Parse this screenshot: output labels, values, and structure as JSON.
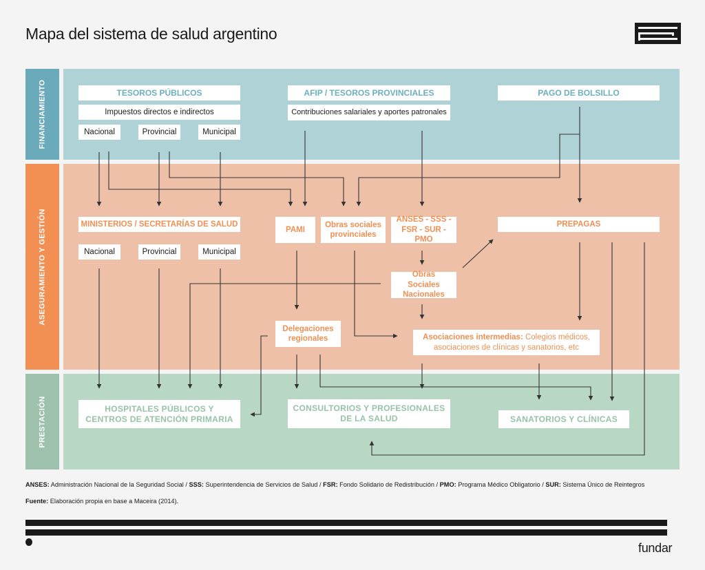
{
  "title": "Mapa del sistema de salud argentino",
  "brand": "fundar",
  "logo_icon": "fundar-logo-icon",
  "colors": {
    "financiamiento_label": "#6aaabb",
    "financiamiento_band": "#aed2d6",
    "aseguramiento_label": "#f28f52",
    "aseguramiento_band": "#efc0a8",
    "prestacion_label": "#9dc1ac",
    "prestacion_band": "#b9d7c5",
    "arrow": "#333333"
  },
  "bands": {
    "financiamiento": "FINANCIAMIENTO",
    "aseguramiento": "ASEGURAMIENTO Y GESTIÓN",
    "prestacion": "PRESTACIÓN"
  },
  "financiamiento": {
    "tesoros": {
      "title": "TESOROS PÚBLICOS",
      "subtitle": "Impuestos directos e indirectos",
      "levels": [
        "Nacional",
        "Provincial",
        "Municipal"
      ]
    },
    "afip": {
      "title": "AFIP / TESOROS PROVINCIALES",
      "subtitle": "Contribuciones salariales y aportes patronales"
    },
    "bolsillo": {
      "title": "PAGO DE BOLSILLO"
    }
  },
  "aseguramiento": {
    "ministerios": {
      "title": "MINISTERIOS / SECRETARÍAS DE SALUD",
      "levels": [
        "Nacional",
        "Provincial",
        "Municipal"
      ]
    },
    "pami": "PAMI",
    "obras_provinciales": "Obras sociales provinciales",
    "anses": "ANSES - SSS - FSR - SUR - PMO",
    "prepagas": "PREPAGAS",
    "obras_nacionales": "Obras Sociales Nacionales",
    "delegaciones": "Delegaciones regionales",
    "asociaciones": {
      "bold": "Asociaciones intermedias:",
      "rest_line1": " Colegios médicos,",
      "line2": "asociaciones de clínicas y sanatorios, etc"
    }
  },
  "prestacion": {
    "hospitales_line1": "HOSPITALES PÚBLICOS Y",
    "hospitales_line2": "CENTROS DE ATENCIÓN PRIMARIA",
    "consultorios_line1": "CONSULTORIOS Y PROFESIONALES",
    "consultorios_line2": "DE LA SALUD",
    "sanatorios": "SANATORIOS Y CLÍNICAS"
  },
  "notes": {
    "abbreviations": [
      {
        "abbr": "ANSES:",
        "meaning": " Administración Nacional de la Seguridad Social"
      },
      {
        "abbr": "SSS:",
        "meaning": " Superintendencia de Servicios de Salud"
      },
      {
        "abbr": "FSR:",
        "meaning": " Fondo Solidario de Redistribución"
      },
      {
        "abbr": "PMO:",
        "meaning": " Programa Médico Obligatorio"
      },
      {
        "abbr": "SUR:",
        "meaning": " Sistema Único de Reintegros"
      }
    ],
    "separator": " / ",
    "source_label": "Fuente:",
    "source_text": " Elaboración propia en base a Maceira (2014)."
  }
}
